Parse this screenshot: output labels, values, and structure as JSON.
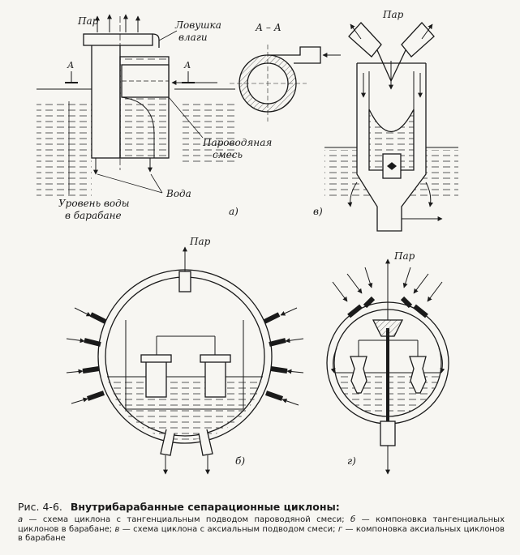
{
  "figure": {
    "a": {
      "label_steam": "Пар",
      "label_trap": "Ловушка\nвлаги",
      "label_section_mark": "А",
      "label_mixture": "Пароводяная\nсмесь",
      "label_water": "Вода",
      "label_level": "Уровень воды\nв барабане",
      "panel": "а)"
    },
    "section": {
      "title": "А – А"
    },
    "v": {
      "label_steam": "Пар",
      "panel": "в)"
    },
    "b": {
      "label_steam": "Пар",
      "panel": "б)"
    },
    "g": {
      "label_steam": "Пар",
      "panel": "г)"
    }
  },
  "caption": {
    "number": "Рис. 4-6.",
    "title": "Внутрибарабанные сепарационные циклоны:",
    "parts": [
      {
        "letter": "а",
        "text": " — схема циклона с тангенциальным подводом пароводяной смеси; "
      },
      {
        "letter": "б",
        "text": " — компоновка тангенциальных циклонов в барабане; "
      },
      {
        "letter": "в",
        "text": " — схема циклона с аксиальным подводом смеси; "
      },
      {
        "letter": "г",
        "text": " — компоновка аксиальных циклонов в барабане"
      }
    ]
  }
}
